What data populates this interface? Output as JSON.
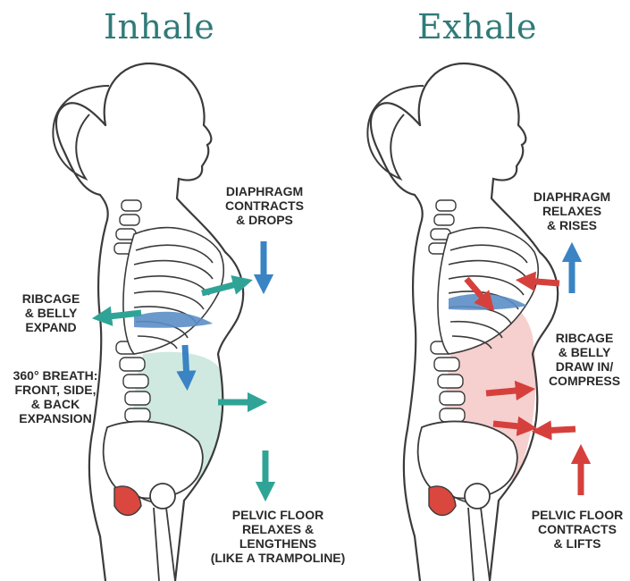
{
  "titles": {
    "inhale": "Inhale",
    "exhale": "Exhale"
  },
  "inhale": {
    "diaphragm": "DIAPHRAGM\nCONTRACTS\n& DROPS",
    "ribcage": "RIBCAGE\n& BELLY\nEXPAND",
    "breath360": "360° BREATH:\nFRONT, SIDE,\n& BACK\nEXPANSION",
    "pelvic": "PELVIC FLOOR\nRELAXES &\nLENGTHENS\n(LIKE A TRAMPOLINE)"
  },
  "exhale": {
    "diaphragm": "DIAPHRAGM\nRELAXES\n& RISES",
    "ribcage": "RIBCAGE\n& BELLY\nDRAW IN/\nCOMPRESS",
    "pelvic": "PELVIC FLOOR\nCONTRACTS\n& LIFTS"
  },
  "colors": {
    "inhale_title": "#2f7b78",
    "teal_arrow": "#2fa496",
    "blue_arrow": "#3a84c4",
    "red_arrow": "#d6403c",
    "belly_green": "#cfe9e1",
    "belly_pink": "#f6cfcf",
    "diaphragm_blue": "#5c8ec7",
    "pelvic_red": "#d9473f"
  }
}
